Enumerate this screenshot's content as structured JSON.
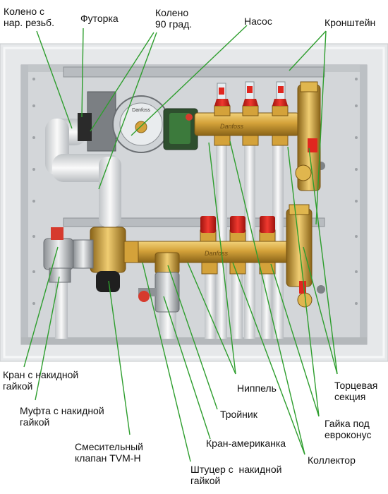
{
  "labels": {
    "koleno_rezba": "Колено с\nнар. резьб.",
    "futorka": "Футорка",
    "koleno_90": "Колено\n90 град.",
    "nasos": "Насос",
    "kronshtein": "Кронштейн",
    "kran_nakidnoi": "Кран с накидной\nгайкой",
    "mufta": "Муфта с накидной\nгайкой",
    "klapan": "Смесительный\nклапан TVM-H",
    "nippel": "Ниппель",
    "troinik": "Тройник",
    "kran_amerikanka": "Кран-американка",
    "shtutser": "Штуцер с  накидной\nгайкой",
    "kollektor": "Коллектор",
    "tortsevaya": "Торцевая\nсекция",
    "gaika_evrokonus": "Гайка под\nевроконус"
  },
  "pump_brand": "Danfoss",
  "colors": {
    "leader_line": "#2e9e2e",
    "cabinet": "#d9dcdf",
    "brass": "#d4a23a",
    "cap_red": "#e0271f",
    "pipe_white": "#eeeeee",
    "pump_green": "#3c7a3c"
  }
}
